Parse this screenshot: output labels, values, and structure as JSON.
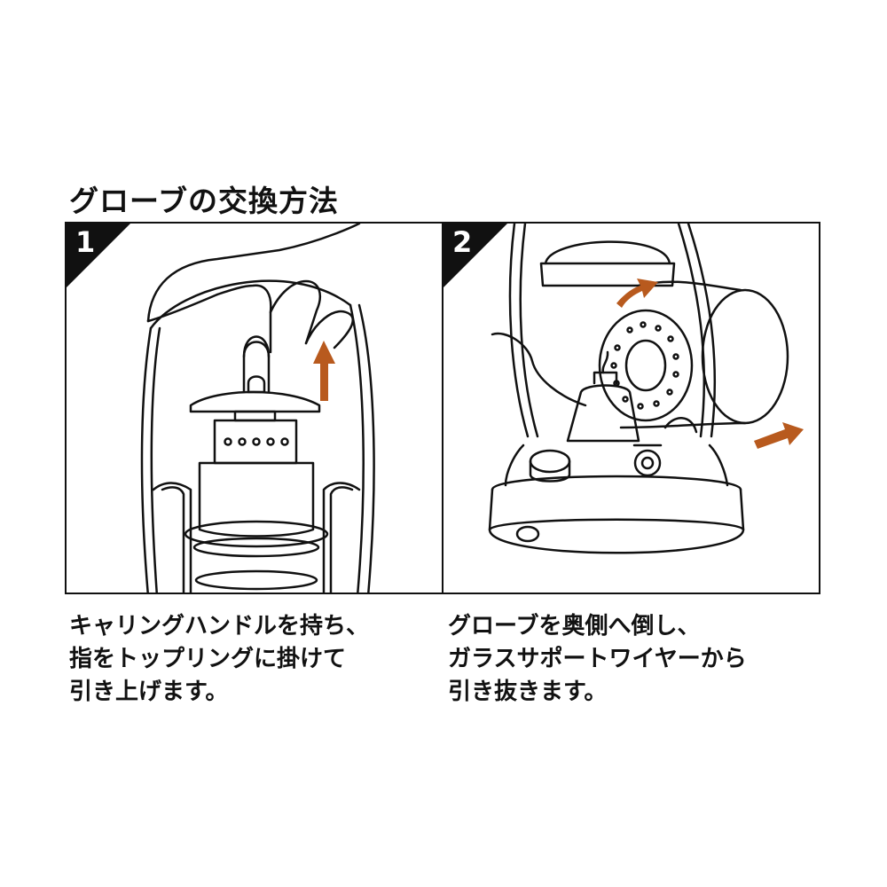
{
  "page": {
    "title": "グローブの交換方法"
  },
  "steps": [
    {
      "number": "1",
      "caption": "キャリングハンドルを持ち、\n指をトップリングに掛けて\n引き上げます。"
    },
    {
      "number": "2",
      "caption": "グローブを奥側へ倒し、\nガラスサポートワイヤーから\n引き抜きます。"
    }
  ],
  "colors": {
    "arrow": "#b85a1e",
    "line": "#111111",
    "badge": "#111111"
  },
  "icons": {
    "step1": "lift-up-arrow-icon",
    "step2": "tilt-arrow-icon"
  }
}
